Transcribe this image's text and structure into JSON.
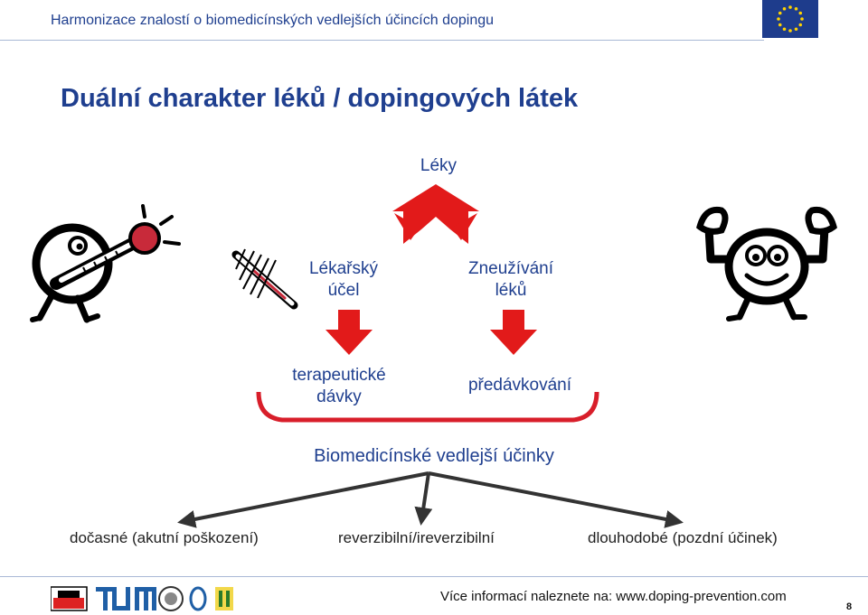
{
  "header": {
    "title": "Harmonizace znalostí o biomedicínských vedlejších účincích dopingu"
  },
  "slide": {
    "title": "Duální charakter léků / dopingových látek"
  },
  "diagram": {
    "top_label": "Léky",
    "branch_left": "Lékařský\núčel",
    "branch_right": "Zneužívání\nléků",
    "result_left": "terapeutické\ndávky",
    "result_right": "předávkování",
    "combined": "Biomedicínské vedlejší účinky",
    "outcomes": [
      "dočasné (akutní poškození)",
      "reverzibilní/ireverzibilní",
      "dlouhodobé (pozdní účinek)"
    ]
  },
  "footer": {
    "info": "Více informací naleznete na: www.doping-prevention.com",
    "page": "8"
  },
  "colors": {
    "title_blue": "#1f3f8f",
    "arrow_red": "#e21a1a",
    "thermo_red": "#c82a3a",
    "bracket_red": "#d81e2a",
    "eu_blue": "#1e3c8c",
    "eu_star": "#ffd200"
  },
  "icons": [
    "thermometer-character-icon",
    "thermometer-icon",
    "strongman-character-icon",
    "eu-flag-icon",
    "partner-logos-icon"
  ]
}
